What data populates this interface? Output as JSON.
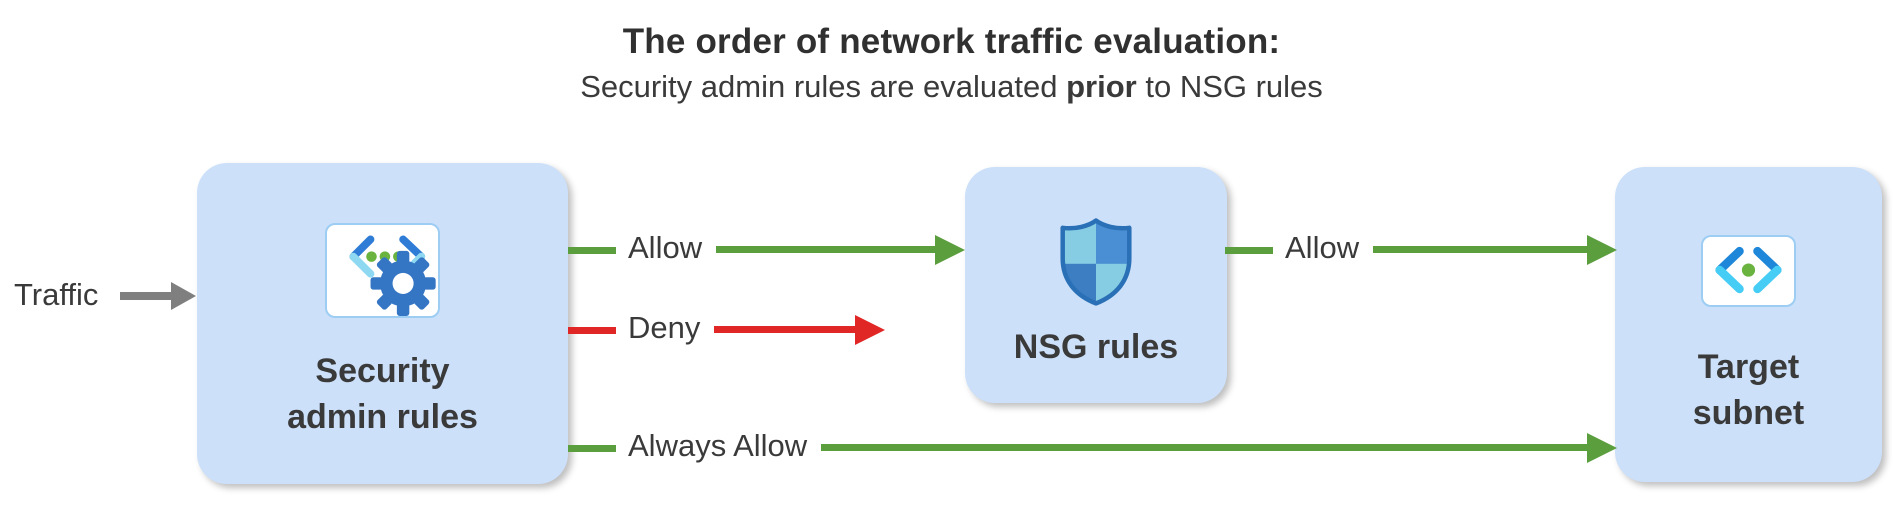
{
  "colors": {
    "bg": "#ffffff",
    "box-fill": "#cce0fa",
    "text-dark": "#3a3a3a",
    "green": "#5b9e3d",
    "red": "#e12726",
    "gray": "#7f7f7f",
    "tile-border": "#9ecdf3",
    "bracket-blue": "#2e7cd6",
    "bracket-cyan": "#8fd8f2",
    "dot-green": "#6ab33f",
    "gear-blue": "#3476c4",
    "shield-border": "#2a70b6",
    "shield-light": "#86cce2",
    "shield-mid": "#4a8fd3",
    "shield-dark": "#3d7ec2",
    "subnet-blue": "#1f87d9",
    "subnet-cyan": "#46cdf5"
  },
  "header": {
    "title": "The order of network traffic evaluation:",
    "subtitle_prefix": "Security admin rules are evaluated ",
    "subtitle_bold": "prior",
    "subtitle_suffix": " to NSG rules"
  },
  "traffic_label": "Traffic",
  "nodes": {
    "security": {
      "line1": "Security",
      "line2": "admin rules",
      "icon": "network-manager-icon"
    },
    "nsg": {
      "line1": "NSG rules",
      "icon": "nsg-shield-icon"
    },
    "target": {
      "line1": "Target",
      "line2": "subnet",
      "icon": "subnet-icon"
    }
  },
  "edges": {
    "allow1": {
      "label": "Allow",
      "color": "#5b9e3d"
    },
    "deny": {
      "label": "Deny",
      "color": "#e12726"
    },
    "allow2": {
      "label": "Allow",
      "color": "#5b9e3d"
    },
    "always_allow": {
      "label": "Always Allow",
      "color": "#5b9e3d"
    }
  }
}
